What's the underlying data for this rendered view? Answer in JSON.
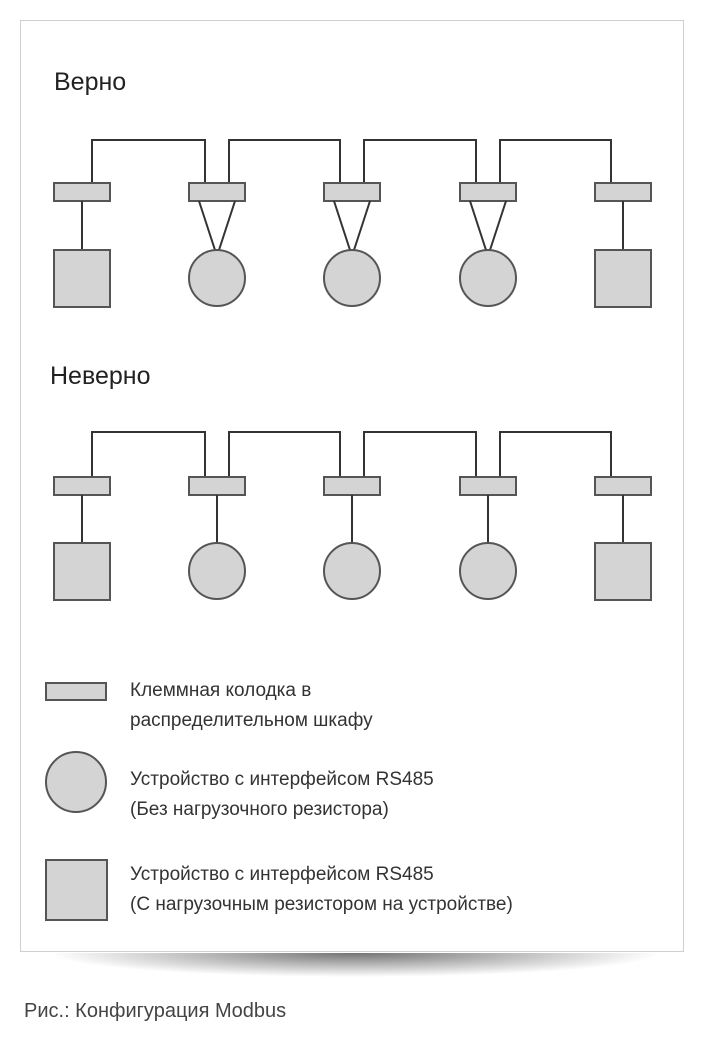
{
  "sections": [
    {
      "title": "Верно",
      "devices": [
        "square",
        "circle",
        "circle",
        "circle",
        "square"
      ],
      "stub": "triangle"
    },
    {
      "title": "Неверно",
      "devices": [
        "square",
        "circle",
        "circle",
        "circle",
        "square"
      ],
      "stub": "line"
    }
  ],
  "legend": [
    {
      "shape": "block",
      "line1": "Клеммная колодка в",
      "line2": "распределительном шкафу"
    },
    {
      "shape": "circle",
      "line1": "Устройство с интерфейсом RS485",
      "line2": "(Без нагрузочного резистора)"
    },
    {
      "shape": "square",
      "line1": "Устройство с интерфейсом RS485",
      "line2": "(С нагрузочным резистором на устройстве)"
    }
  ],
  "caption": "Рис.: Конфигурация Modbus",
  "colors": {
    "fill": "#d4d4d4",
    "stroke": "#333333"
  }
}
